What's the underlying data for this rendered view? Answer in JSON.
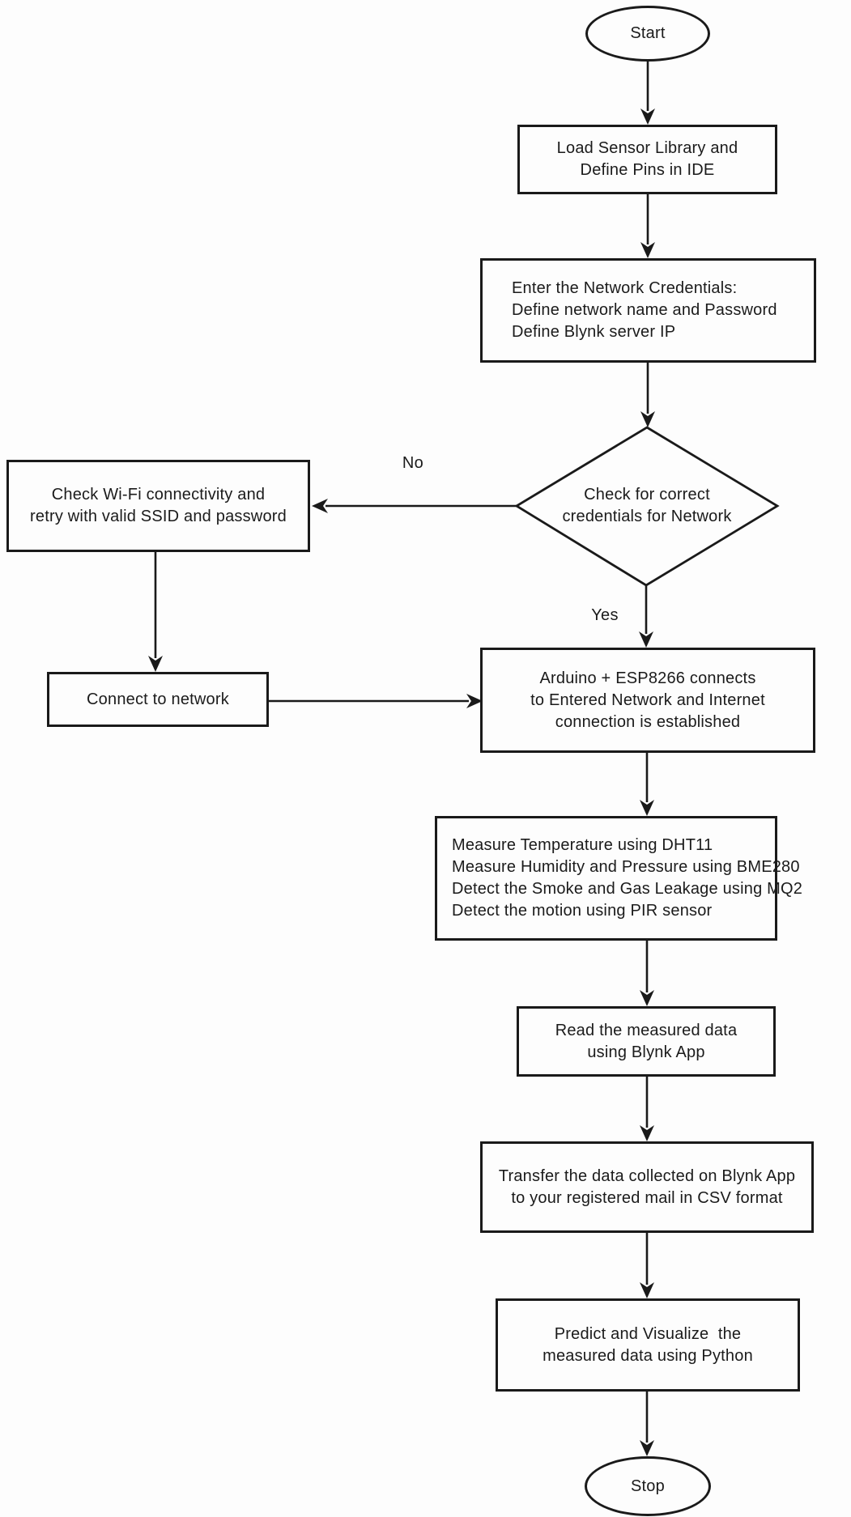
{
  "diagram": {
    "title": "IoT sensor setup flowchart",
    "colors": {
      "background": "#fdfdfd",
      "line": "#1a1a1a",
      "text": "#1b1b1b"
    },
    "nodes": {
      "start": {
        "type": "terminator",
        "label": "Start"
      },
      "load": {
        "type": "process",
        "lines": [
          "Load Sensor Library and",
          "Define Pins in IDE"
        ]
      },
      "cred": {
        "type": "process",
        "lines": [
          "Enter the Network Credentials:",
          "Define network name and Password",
          "Define Blynk server IP"
        ]
      },
      "check": {
        "type": "decision",
        "lines": [
          "Check for correct",
          "credentials for Network"
        ]
      },
      "wifi": {
        "type": "process",
        "lines": [
          "Check Wi-Fi connectivity and",
          "retry with valid SSID and password"
        ]
      },
      "connect": {
        "type": "process",
        "label": "Connect to network"
      },
      "arduino": {
        "type": "process",
        "lines": [
          "Arduino + ESP8266 connects",
          "to Entered Network and Internet",
          "connection is established"
        ]
      },
      "measure": {
        "type": "process",
        "lines": [
          "Measure Temperature using DHT11",
          "Measure Humidity and Pressure using BME280",
          "Detect the Smoke and Gas Leakage using MQ2",
          "Detect the motion using PIR sensor"
        ]
      },
      "read": {
        "type": "process",
        "lines": [
          "Read the measured data",
          "using Blynk App"
        ]
      },
      "transfer": {
        "type": "process",
        "lines": [
          "Transfer the data collected on Blynk App",
          "to your registered mail in CSV format"
        ]
      },
      "predict": {
        "type": "process",
        "lines": [
          "Predict and Visualize  the",
          "measured data using Python"
        ]
      },
      "stop": {
        "type": "terminator",
        "label": "Stop"
      }
    },
    "edge_labels": {
      "no": "No",
      "yes": "Yes"
    }
  }
}
